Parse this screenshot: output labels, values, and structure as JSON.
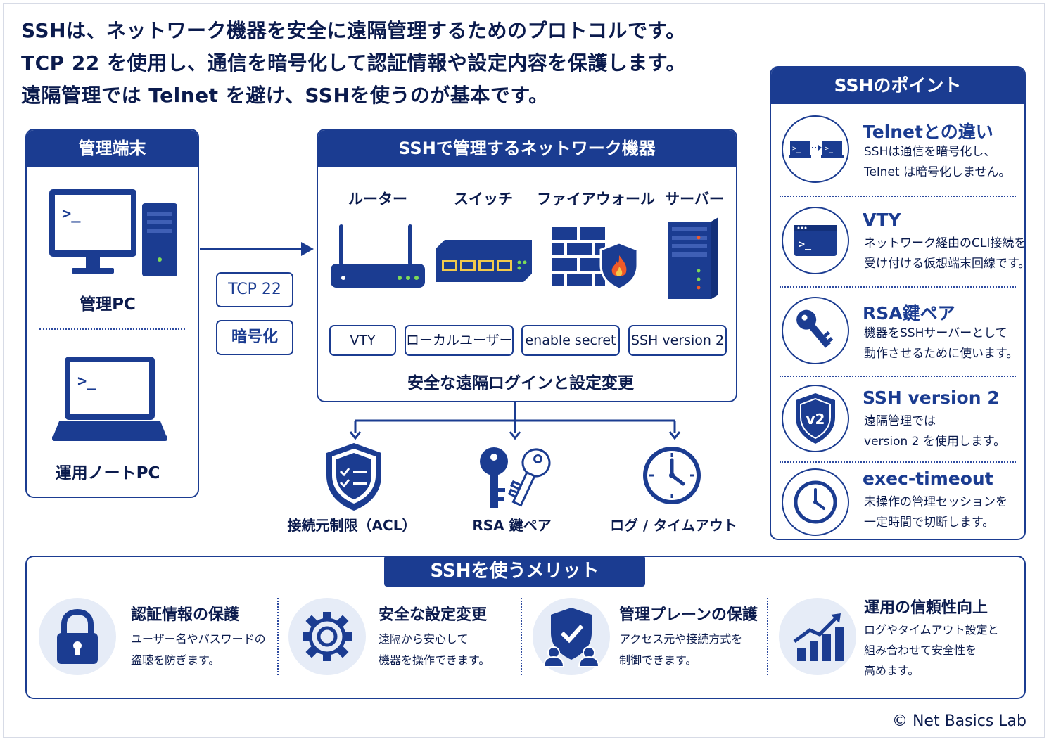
{
  "intro": [
    "SSHは、ネットワーク機器を安全に遠隔管理するためのプロトコルです。",
    "TCP 22 を使用し、通信を暗号化して認証情報や設定内容を保護します。",
    "遠隔管理では Telnet を避け、SSHを使うのが基本です。"
  ],
  "terminal": {
    "title": "管理端末",
    "pc_label": "管理PC",
    "laptop_label": "運用ノートPC"
  },
  "connection": {
    "chips": [
      "TCP 22",
      "暗号化"
    ]
  },
  "devices": {
    "title": "SSHで管理するネットワーク機器",
    "items": [
      "ルーター",
      "スイッチ",
      "ファイアウォール",
      "サーバー"
    ],
    "settings": [
      "VTY",
      "ローカルユーザー",
      "enable secret",
      "SSH version 2"
    ],
    "caption": "安全な遠隔ログインと設定変更"
  },
  "security": [
    "接続元制限（ACL）",
    "RSA 鍵ペア",
    "ログ / タイムアウト"
  ],
  "points": {
    "title": "SSHのポイント",
    "items": [
      {
        "title": "Telnetとの違い",
        "desc1": "SSHは通信を暗号化し、",
        "desc2": "Telnet は暗号化しません。"
      },
      {
        "title": "VTY",
        "desc1": "ネットワーク経由のCLI接続を",
        "desc2": "受け付ける仮想端末回線です。"
      },
      {
        "title": "RSA鍵ペア",
        "desc1": "機器をSSHサーバーとして",
        "desc2": "動作させるために使います。"
      },
      {
        "title": "SSH version 2",
        "desc1": "遠隔管理では",
        "desc2": "version 2 を使用します。"
      },
      {
        "title": "exec-timeout",
        "desc1": "未操作の管理セッションを",
        "desc2": "一定時間で切断します。"
      }
    ]
  },
  "benefits": {
    "title": "SSHを使うメリット",
    "items": [
      {
        "title": "認証情報の保護",
        "lines": [
          "ユーザー名やパスワードの",
          "盗聴を防ぎます。"
        ]
      },
      {
        "title": "安全な設定変更",
        "lines": [
          "遠隔から安心して",
          "機器を操作できます。"
        ]
      },
      {
        "title": "管理プレーンの保護",
        "lines": [
          "アクセス元や接続方式を",
          "制御できます。"
        ]
      },
      {
        "title": "運用の信頼性向上",
        "lines": [
          "ログやタイムアウト設定と",
          "組み合わせて安全性を",
          "高めます。"
        ]
      }
    ]
  },
  "icon_text": {
    "prompt": ">_",
    "badge": "v2"
  },
  "footer": "© Net Basics Lab",
  "colors": {
    "navy": "#1b3c91",
    "dark": "#0b1b4d",
    "light": "#e6ecf7",
    "led": "#7ed957",
    "fire": "#f05a28"
  }
}
